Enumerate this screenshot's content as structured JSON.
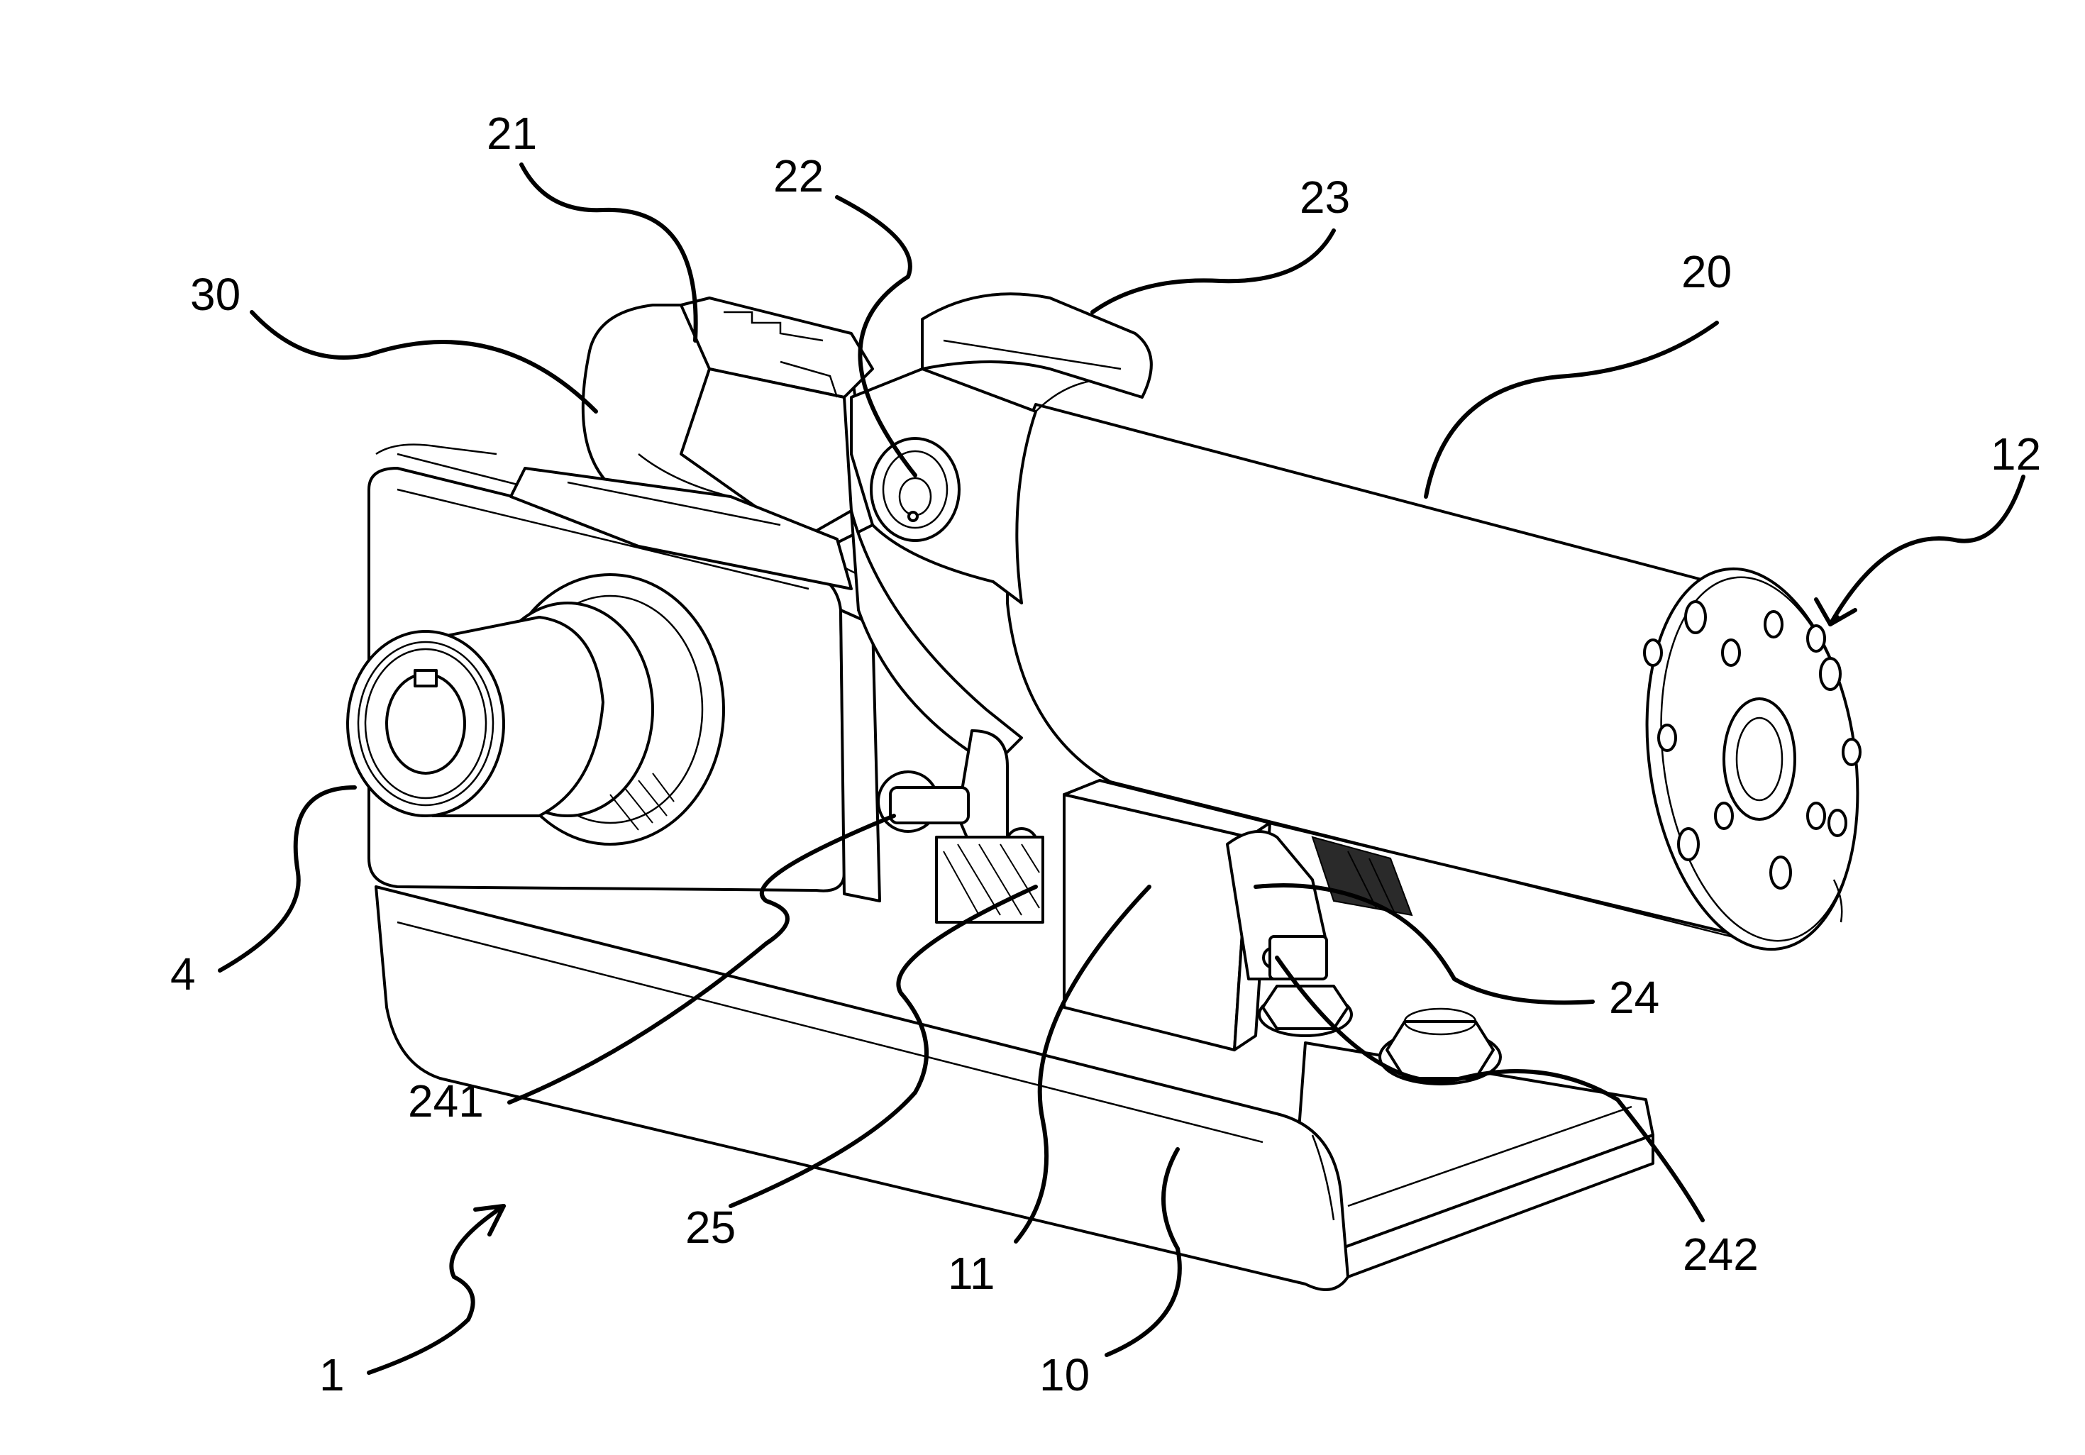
{
  "figure": {
    "labels": [
      {
        "id": "1",
        "text": "1"
      },
      {
        "id": "4",
        "text": "4"
      },
      {
        "id": "10",
        "text": "10"
      },
      {
        "id": "11",
        "text": "11"
      },
      {
        "id": "12",
        "text": "12"
      },
      {
        "id": "20",
        "text": "20"
      },
      {
        "id": "21",
        "text": "21"
      },
      {
        "id": "22",
        "text": "22"
      },
      {
        "id": "23",
        "text": "23"
      },
      {
        "id": "24",
        "text": "24"
      },
      {
        "id": "25",
        "text": "25"
      },
      {
        "id": "30",
        "text": "30"
      },
      {
        "id": "241",
        "text": "241"
      },
      {
        "id": "242",
        "text": "242"
      }
    ]
  }
}
